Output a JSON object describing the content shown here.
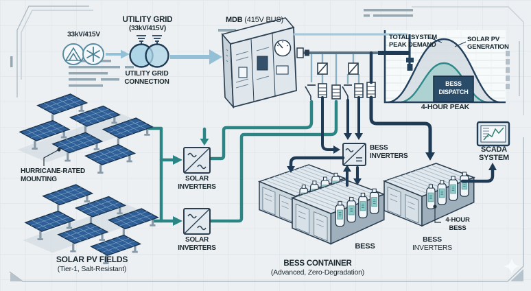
{
  "colors": {
    "teal_wire": "#2b8585",
    "navy_wire": "#1e3a54",
    "lightblue_wire": "#a5c9da",
    "panel_blue": "#2f5f96",
    "bess_dispatch_fill": "#2b4c68",
    "battery_label": "#8fcaca",
    "background": "#edf0f2"
  },
  "utility": {
    "voltage_label": "33kV/415V",
    "title": "UTILITY GRID",
    "subtitle": "(33kV/415V)",
    "connection_line1": "UTILITY GRID",
    "connection_line2": "CONNECTION",
    "symbols": [
      "delta-winding-icon",
      "wye-winding-icon",
      "transformer-icon"
    ]
  },
  "mdb": {
    "title_bold": "MDB",
    "title_rest": " (415V BUS)"
  },
  "chart": {
    "label_demand_line1": "TOTAL SYSTEM",
    "label_demand_line2": "PEAK DEMAND",
    "label_solar_line1": "SOLAR PV",
    "label_solar_line2": "GENERATION",
    "bess_box_line1": "BESS",
    "bess_box_line2": "DISPATCH",
    "xlabel": "4-HOUR PEAK"
  },
  "chart_data": {
    "type": "area",
    "xlabel": "4-HOUR PEAK",
    "grid": true,
    "x_relative": [
      0,
      1,
      2,
      3,
      4,
      5,
      6,
      7,
      8,
      9,
      10
    ],
    "series": [
      {
        "name": "TOTAL SYSTEM PEAK DEMAND",
        "color": "#23405c",
        "values_relative": [
          0,
          0.03,
          0.12,
          0.35,
          0.72,
          0.97,
          1.0,
          0.97,
          0.72,
          0.35,
          0.05
        ]
      },
      {
        "name": "SOLAR PV GENERATION",
        "color": "#2e8a8a",
        "values_relative": [
          0,
          0.01,
          0.06,
          0.2,
          0.42,
          0.58,
          0.62,
          0.58,
          0.42,
          0.2,
          0.03
        ]
      }
    ],
    "annotations": [
      {
        "text": "BESS DISPATCH",
        "type": "box",
        "window": "4-hour peak window",
        "height_relative": 0.4
      }
    ],
    "legend_position": "inline-callouts"
  },
  "solar": {
    "mounting_line1": "HURRICANE-RATED",
    "mounting_line2": "MOUNTING",
    "fields_title": "SOLAR PV FIELDS",
    "fields_subtitle": "(Tier-1, Salt-Resistant)",
    "inverter1_line1": "SOLAR",
    "inverter1_line2": "INVERTERS",
    "inverter2_line1": "SOLAR",
    "inverter2_line2": "INVERTERS"
  },
  "bess": {
    "inverters_label_line1": "BESS",
    "inverters_label_line2": "INVERTERS",
    "container_unit_label": "BESS",
    "container_title": "BESS CONTAINER",
    "container_subtitle": "(Advanced, Zero-Degradation)",
    "four_hour_line1": "4-HOUR",
    "four_hour_line2": "BESS",
    "inverters_bottom_line1": "BESS",
    "inverters_bottom_line2": "INVERTERS"
  },
  "scada": {
    "line1": "SCADA",
    "line2": "SYSTEM"
  }
}
